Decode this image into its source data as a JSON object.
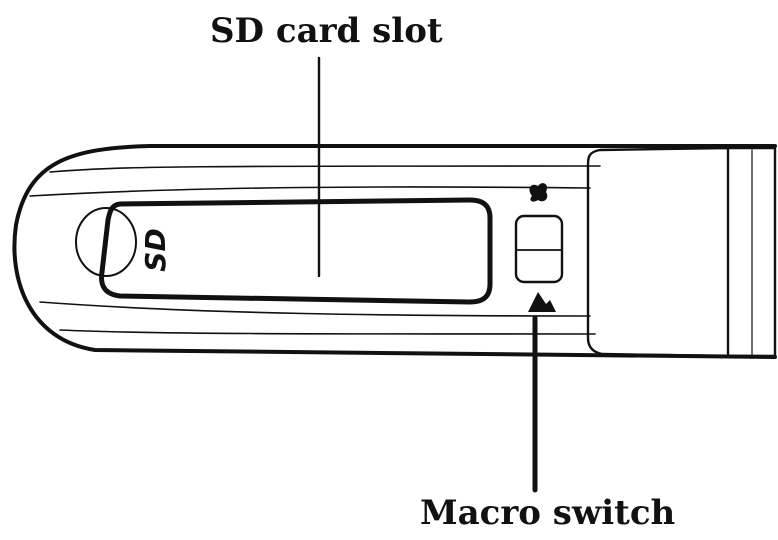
{
  "labels": {
    "sd_card_slot": "SD card slot",
    "macro_switch": "Macro switch"
  },
  "card_logo": "SD",
  "colors": {
    "ink": "#111111",
    "background": "#ffffff"
  }
}
